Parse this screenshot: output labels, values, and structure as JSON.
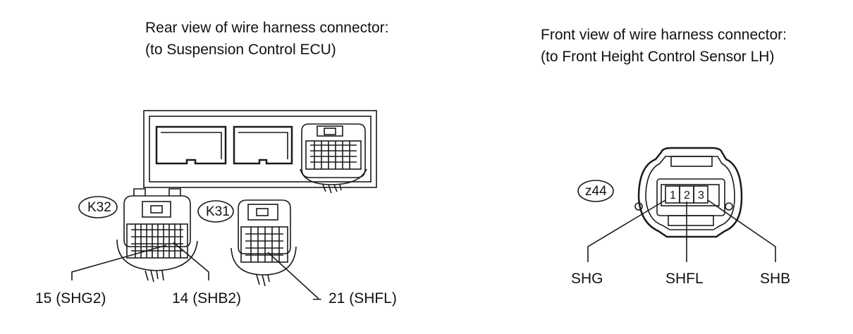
{
  "left": {
    "caption_line1": "Rear view of wire harness connector:",
    "caption_line2": "(to Suspension Control ECU)",
    "connector_k32": "K32",
    "connector_k31": "K31",
    "pin_15": "15 (SHG2)",
    "pin_14": "14 (SHB2)",
    "pin_21": "21 (SHFL)"
  },
  "right": {
    "caption_line1": "Front view of wire harness connector:",
    "caption_line2": "(to Front Height Control Sensor LH)",
    "connector_z44": "z44",
    "pin_1": "1",
    "pin_2": "2",
    "pin_3": "3",
    "label_shg": "SHG",
    "label_shfl": "SHFL",
    "label_shb": "SHB"
  },
  "colors": {
    "line": "#1a1a1a",
    "background": "#ffffff"
  }
}
